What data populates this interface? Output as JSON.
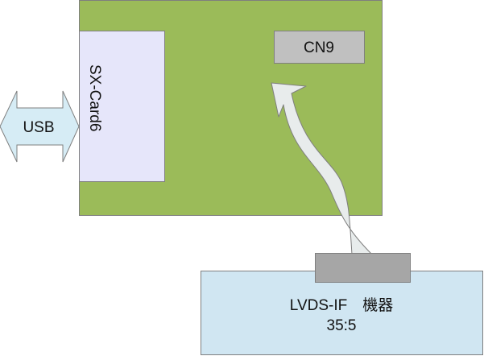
{
  "diagram": {
    "usb_label": "USB",
    "card_label": "SX-Card6",
    "connector_label": "CN9",
    "device_label_line1": "LVDS-IF　機器",
    "device_label_line2": "35:5"
  },
  "colors": {
    "board": "#9bbb59",
    "card": "#e6e6fa",
    "connector": "#c0c0c0",
    "device": "#d0e6f2",
    "usb_arrow": "#d6ecf5",
    "cable": "#e8ecec",
    "stroke": "#7f7f7f"
  }
}
